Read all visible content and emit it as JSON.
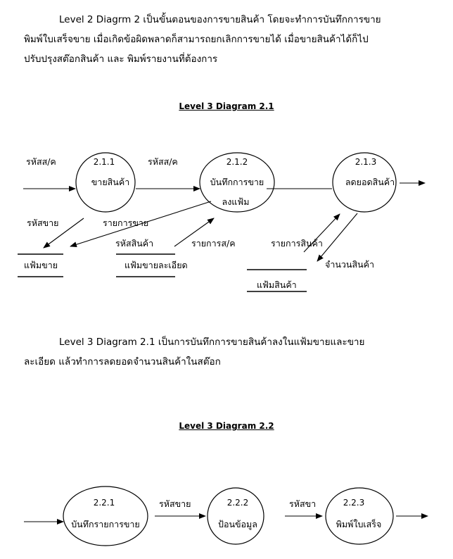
{
  "intro_paragraph": {
    "line1": "Level 2 Diagrm 2 เป็นขั้นตอนของการขายสินค้า โดยจะทำการบันทึกการขาย",
    "line2": "พิมพ์ใบเสร็จขาย เมื่อเกิดข้อผิดพลาดก็สามารถยกเลิกการขายได้ เมื่อขายสินค้าได้ก็ไป",
    "line3": "ปรับปรุงสต๊อกสินค้า และ พิมพ์รายงานที่ต้องการ"
  },
  "diagram_2_1": {
    "title": "Level 3 Diagram  2.1",
    "processes": [
      {
        "number": "2.1.1",
        "label": "ขายสินค้า"
      },
      {
        "number": "2.1.2",
        "label": "บันทึกการขาย",
        "label2": "ลงแฟ้ม"
      },
      {
        "number": "2.1.3",
        "label": "ลดยอดสินค้า"
      }
    ],
    "stores": [
      "แฟ้มขาย",
      "แฟ้มขายละเอียด",
      "แฟ้มสินค้า"
    ],
    "flows": {
      "input": "รหัสส/ค",
      "p1_to_p2": "รหัสส/ค",
      "sale_code": "รหัสขาย",
      "sale_items": "รายการขาย",
      "product_code": "รหัสสินค้า",
      "sale_detail_items": "รายการส/ค",
      "product_items": "รายการสินค้า",
      "product_qty": "จำนวนสินค้า"
    }
  },
  "middle_paragraph": {
    "line1": "Level  3  Diagram  2.1  เป็นการบันทึกการขายสินค้าลงในแฟ้มขายและขาย",
    "line2": "ละเอียด แล้วทำการลดยอดจำนวนสินค้าในสต๊อก"
  },
  "diagram_2_2": {
    "title": "Level 3 Diagram  2.2",
    "processes": [
      {
        "number": "2.2.1",
        "label": "บันทึกรายการขาย"
      },
      {
        "number": "2.2.2",
        "label": "ป้อนข้อมูล"
      },
      {
        "number": "2.2.3",
        "label": "พิมพ์ใบเสร็จ"
      }
    ],
    "flows": {
      "p1_to_p2": "รหัสขาย",
      "p2_to_p3": "รหัสขา"
    }
  }
}
